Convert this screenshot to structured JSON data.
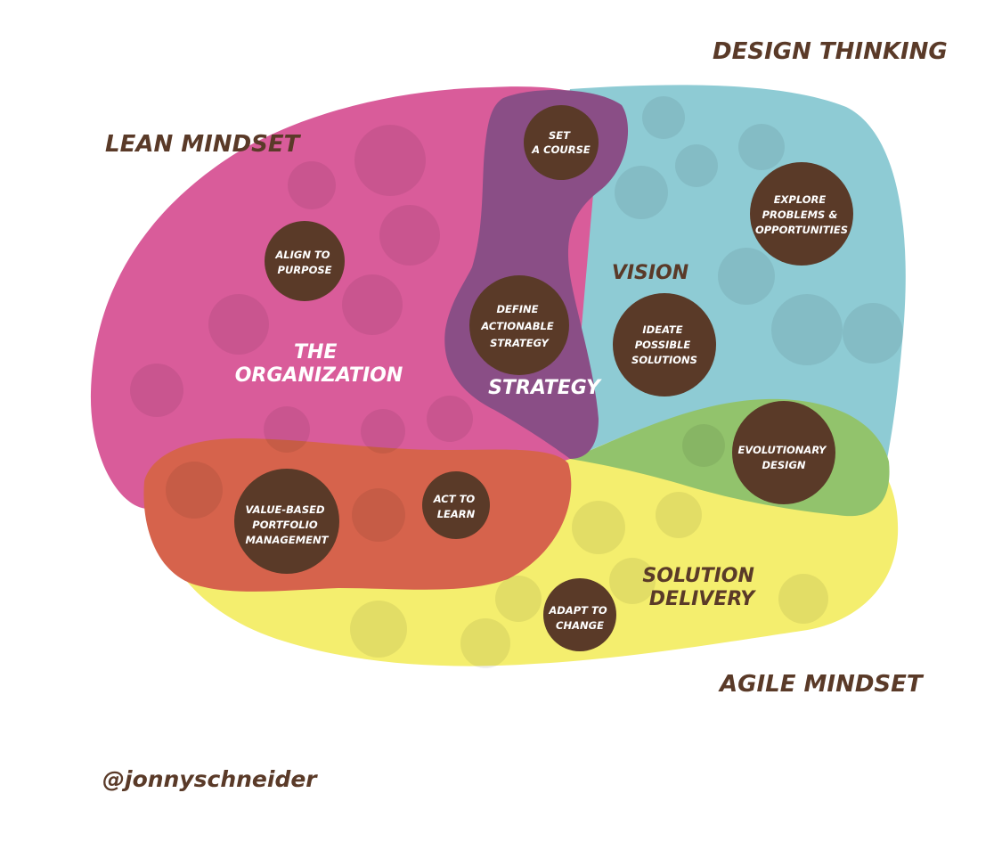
{
  "colors": {
    "lean": "#d95c9a",
    "design": "#8ecbd4",
    "strategy": "#8a4e86",
    "agile": "#f4ee6e",
    "portfolio": "#d6634c",
    "evolution": "#92c36c",
    "node": "#5a3a28",
    "text_dark": "#5a3a28"
  },
  "outer_labels": {
    "design_thinking": "DESIGN THINKING",
    "lean_mindset": "LEAN MINDSET",
    "agile_mindset": "AGILE MINDSET"
  },
  "regions": {
    "organization": [
      "THE",
      "ORGANIZATION"
    ],
    "vision": "VISION",
    "strategy": "STRATEGY",
    "solution_delivery": [
      "SOLUTION",
      "DELIVERY"
    ]
  },
  "nodes": {
    "set_course": [
      "SET",
      "A COURSE"
    ],
    "align_purpose": [
      "ALIGN TO",
      "PURPOSE"
    ],
    "define_strategy": [
      "DEFINE",
      "ACTIONABLE",
      "STRATEGY"
    ],
    "explore_problems": [
      "EXPLORE",
      "PROBLEMS &",
      "OPPORTUNITIES"
    ],
    "ideate_solutions": [
      "IDEATE",
      "POSSIBLE",
      "SOLUTIONS"
    ],
    "evolutionary_design": [
      "EVOLUTIONARY",
      "DESIGN"
    ],
    "value_portfolio": [
      "VALUE-BASED",
      "PORTFOLIO",
      "MANAGEMENT"
    ],
    "act_to_learn": [
      "ACT TO",
      "LEARN"
    ],
    "adapt_change": [
      "ADAPT TO",
      "CHANGE"
    ]
  },
  "credit": "@jonnyschneider"
}
